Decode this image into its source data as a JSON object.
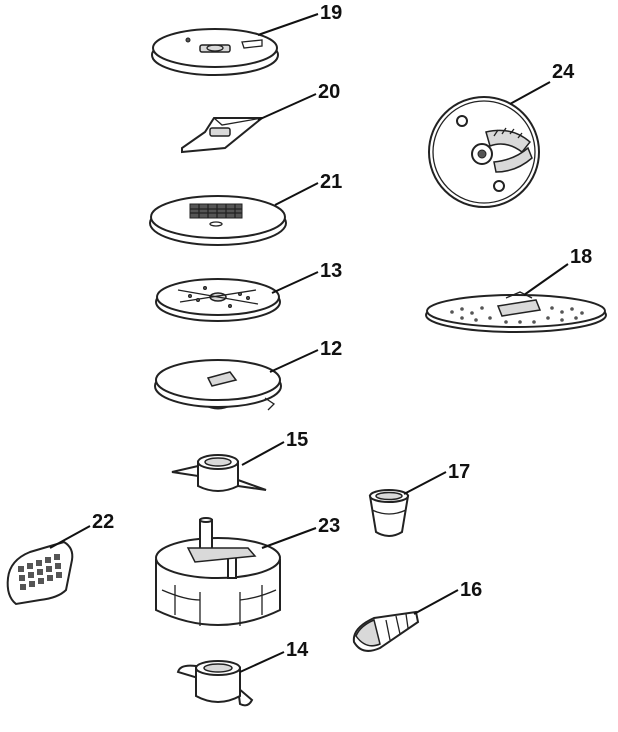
{
  "diagram": {
    "callouts": [
      {
        "id": "19",
        "label": "19"
      },
      {
        "id": "20",
        "label": "20"
      },
      {
        "id": "21",
        "label": "21"
      },
      {
        "id": "13",
        "label": "13"
      },
      {
        "id": "12",
        "label": "12"
      },
      {
        "id": "15",
        "label": "15"
      },
      {
        "id": "22",
        "label": "22"
      },
      {
        "id": "23",
        "label": "23"
      },
      {
        "id": "14",
        "label": "14"
      },
      {
        "id": "24",
        "label": "24"
      },
      {
        "id": "18",
        "label": "18"
      },
      {
        "id": "17",
        "label": "17"
      },
      {
        "id": "16",
        "label": "16"
      }
    ],
    "colors": {
      "line": "#111111",
      "fill": "#ffffff",
      "shade": "#d9d9d9"
    }
  }
}
